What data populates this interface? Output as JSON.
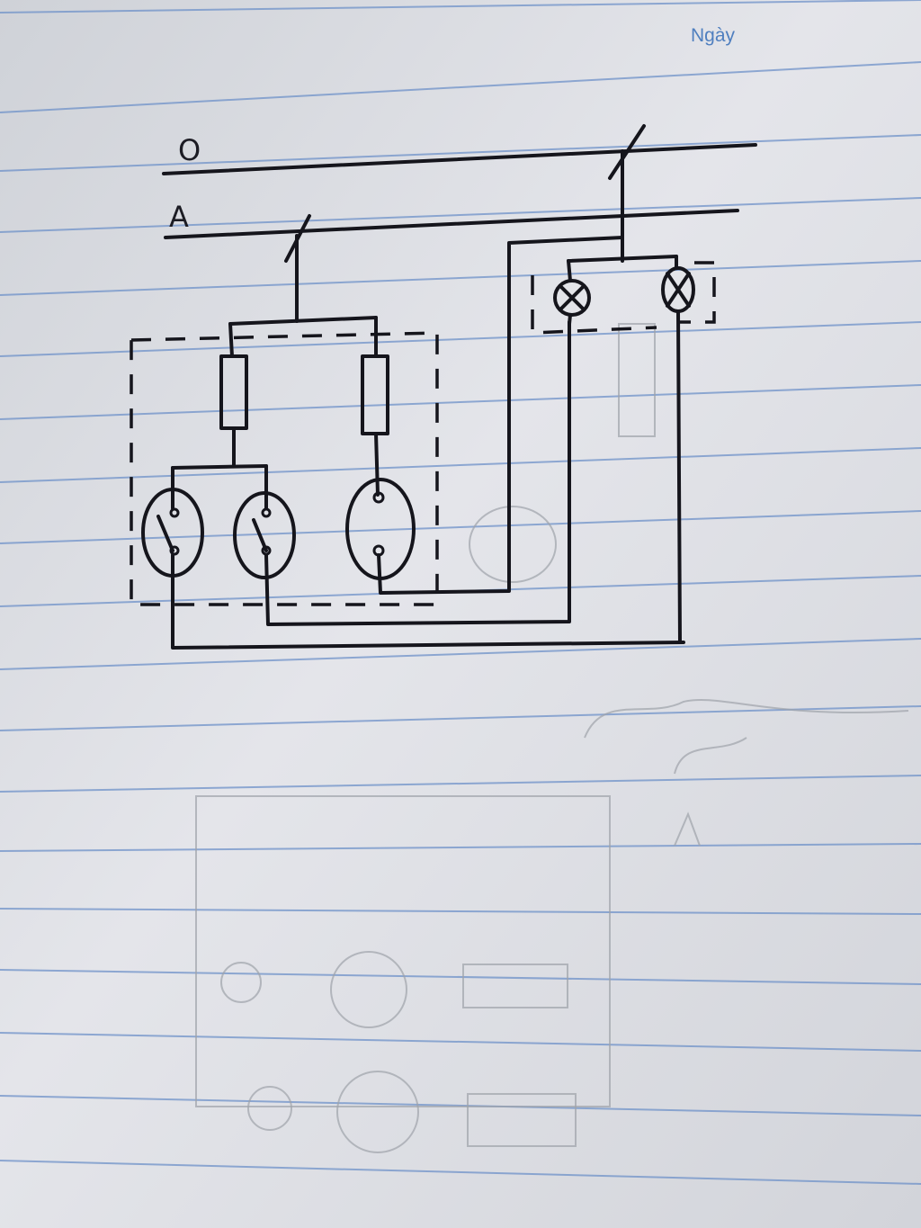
{
  "header": {
    "date_label": "Ngày"
  },
  "diagram": {
    "line_labels": [
      "O",
      "A"
    ]
  }
}
